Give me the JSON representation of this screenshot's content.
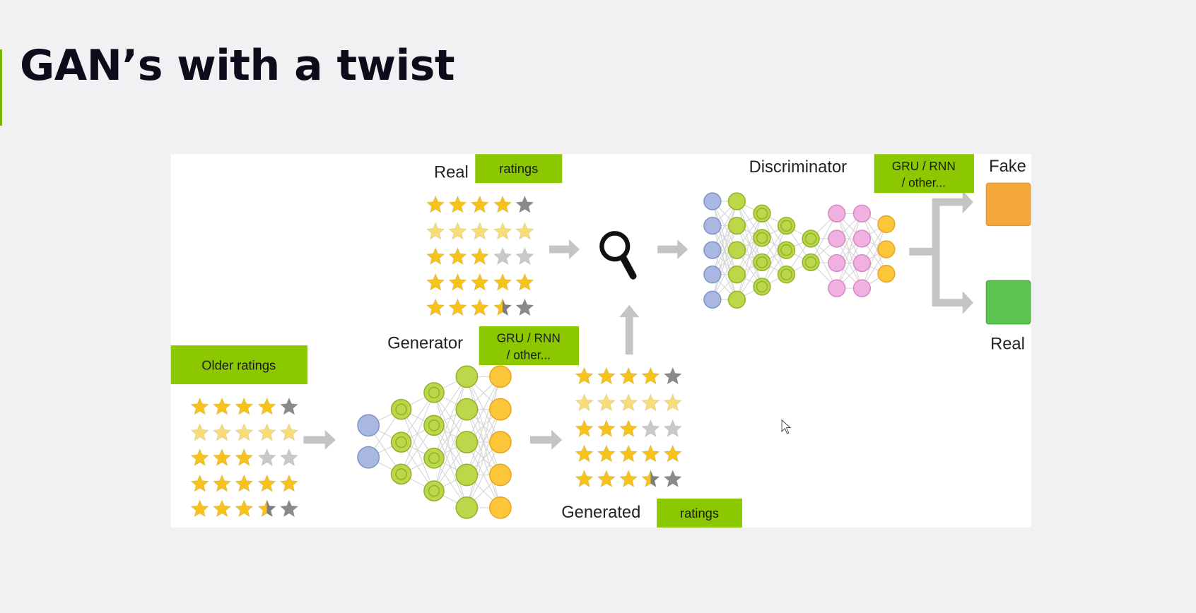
{
  "slide": {
    "title": "GAN’s with a twist"
  },
  "colors": {
    "accent": "#76b900",
    "label_bg": "#8cc800",
    "fake": "#f5a83a",
    "real": "#5cc34f"
  },
  "diagram": {
    "real_label": "Real",
    "real_tag": "ratings",
    "discriminator_label": "Discriminator",
    "discriminator_tag": [
      "GRU / RNN",
      "/ other..."
    ],
    "fake_label": "Fake",
    "real_output_label": "Real",
    "older_tag": "Older ratings",
    "generator_label": "Generator",
    "generator_tag": [
      "GRU / RNN",
      "/ other..."
    ],
    "generated_label": "Generated",
    "generated_tag": "ratings",
    "magnifier_icon": "search-icon",
    "star_rows": [
      [
        "full",
        "full",
        "full",
        "full",
        "dark"
      ],
      [
        "light",
        "light",
        "light",
        "light",
        "light"
      ],
      [
        "full",
        "full",
        "full",
        "gray",
        "gray"
      ],
      [
        "full",
        "full",
        "full",
        "full",
        "full"
      ],
      [
        "full",
        "full",
        "full",
        "half",
        "dark"
      ]
    ]
  }
}
